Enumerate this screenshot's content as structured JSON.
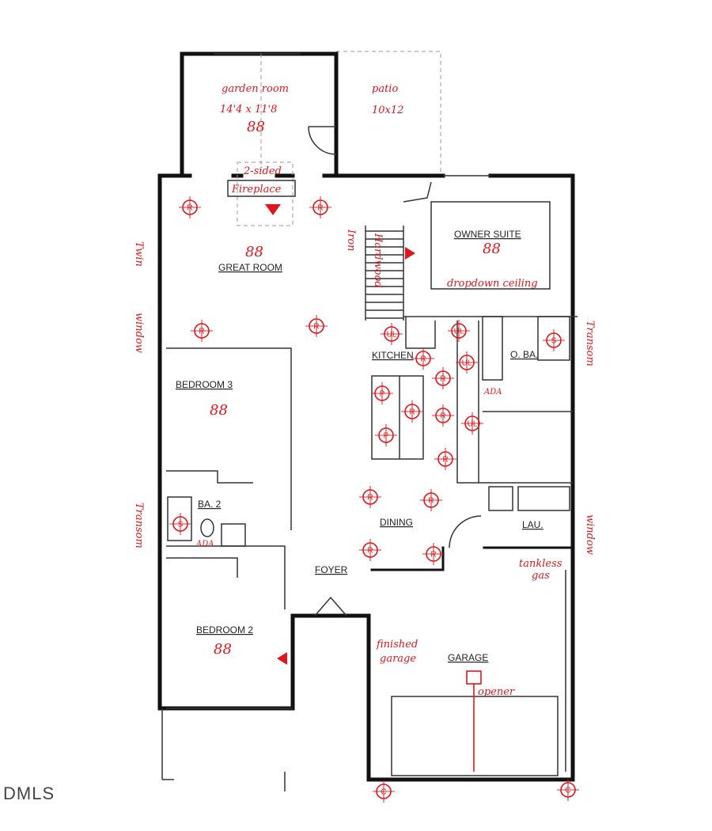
{
  "rooms": {
    "great_room": "GREAT ROOM",
    "owner_suite": "OWNER SUITE",
    "kitchen": "KITCHEN",
    "owner_bath": "O. BA.",
    "bedroom3": "BEDROOM 3",
    "bath2": "BA. 2",
    "dining": "DINING",
    "laundry": "LAU.",
    "foyer": "FOYER",
    "bedroom2": "BEDROOM 2",
    "garage": "GARAGE"
  },
  "annotations": {
    "garden_room": "garden room",
    "garden_room_size": "14'4 x 11'8",
    "patio": "patio",
    "patio_size": "10x12",
    "fireplace_line1": "2-sided",
    "fireplace_line2": "Fireplace",
    "twin": "Twin",
    "window_left": "window",
    "transom_right": "Transom",
    "transom_left": "Transom",
    "window_right": "window",
    "hardwood": "Hardwood",
    "iron": "Iron",
    "dropdown_ceiling": "dropdown ceiling",
    "tankless_line1": "tankless",
    "tankless_line2": "gas",
    "finished_line1": "finished",
    "finished_line2": "garage",
    "opener": "opener",
    "ada_ba2": "ADA",
    "ada_oba": "ADA"
  },
  "fixture_marks": {
    "recessed": "R",
    "pendant": "P",
    "undercabinet": "UL",
    "shower": "S",
    "fan": "88",
    "coach": "C"
  },
  "watermark": "DMLS",
  "colors": {
    "annotation": "#e0161c",
    "walls": "#111111"
  }
}
